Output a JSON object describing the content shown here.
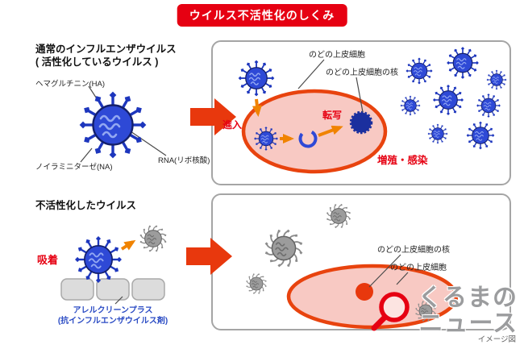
{
  "title": "ウイルス不活性化のしくみ",
  "top": {
    "heading1": "通常のインフルエンザウイルス",
    "heading2": "( 活性化しているウイルス )",
    "label_ha": "ヘマグルチニン(HA)",
    "label_na": "ノイラミニターゼ(NA)",
    "label_rna": "RNA(リボ核酸)",
    "panel": {
      "cell": "のどの上皮細胞",
      "nucleus": "のどの上皮細胞の核",
      "entry": "進入",
      "transcription": "転写",
      "spread": "増殖・感染"
    }
  },
  "bottom": {
    "heading": "不活性化したウイルス",
    "adsorption": "吸着",
    "product1": "アレルクリーンプラス",
    "product2": "(抗インフルエンザウイルス剤)",
    "panel": {
      "nucleus": "のどの上皮細胞の核",
      "cell": "のどの上皮細胞"
    }
  },
  "footer": {
    "caption": "イメージ図"
  },
  "logo": {
    "line1": "くるまの",
    "line2": "ニュース"
  },
  "icons": {
    "active_virus": "blue-virus-icon",
    "inactive_virus": "gray-virus-icon",
    "flow_arrow": "red-block-arrow-icon",
    "logo_glass": "magnifier-icon"
  },
  "colors": {
    "accent_red": "#e60012",
    "arrow_orange": "#f08300",
    "virus_blue": "#2e49d6",
    "virus_gray": "#9c9c9c",
    "cell_fill": "#f8c9c3",
    "cell_border": "#e8430e"
  }
}
